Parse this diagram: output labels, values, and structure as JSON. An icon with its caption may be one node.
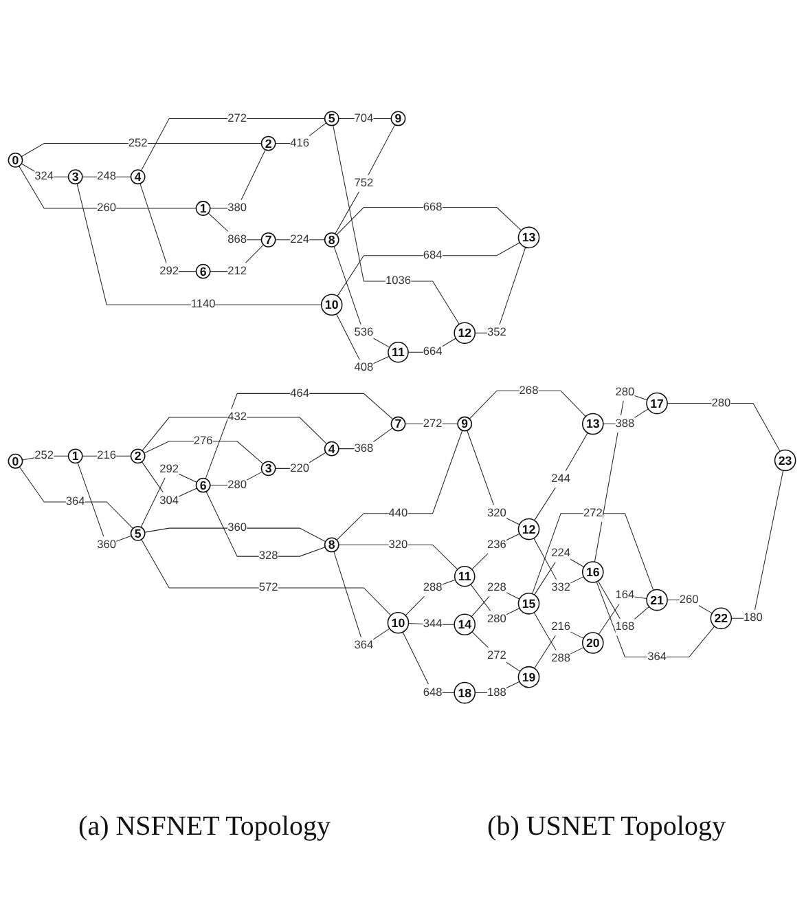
{
  "diagram": {
    "nodes": [
      {
        "text": [
          "0"
        ]
      },
      {
        "text": [
          "1"
        ]
      },
      {
        "text": [
          "2"
        ]
      },
      {
        "text": [
          "3"
        ]
      },
      {
        "text": [
          "4"
        ]
      },
      {
        "text": [
          "5"
        ]
      },
      {
        "text": [
          "6"
        ]
      },
      {
        "text": [
          "7"
        ]
      },
      {
        "text": [
          "8"
        ]
      },
      {
        "text": [
          "9"
        ]
      },
      {
        "text": [
          "10"
        ]
      },
      {
        "text": [
          "11"
        ]
      },
      {
        "text": [
          "12"
        ]
      },
      {
        "text": [
          "13"
        ]
      },
      {
        "text": [
          "0"
        ]
      },
      {
        "text": [
          "1"
        ]
      },
      {
        "text": [
          "2"
        ]
      },
      {
        "text": [
          "3"
        ]
      },
      {
        "text": [
          "4"
        ]
      },
      {
        "text": [
          "5"
        ]
      },
      {
        "text": [
          "6"
        ]
      },
      {
        "text": [
          "7"
        ]
      },
      {
        "text": [
          "8"
        ]
      },
      {
        "text": [
          "9"
        ]
      },
      {
        "text": [
          "10"
        ]
      },
      {
        "text": [
          "11"
        ]
      },
      {
        "text": [
          "12"
        ]
      },
      {
        "text": [
          "13"
        ]
      },
      {
        "text": [
          "14"
        ]
      },
      {
        "text": [
          "15"
        ]
      },
      {
        "text": [
          "16"
        ]
      },
      {
        "text": [
          "17"
        ]
      },
      {
        "text": [
          "18"
        ]
      },
      {
        "text": [
          "19"
        ]
      },
      {
        "text": [
          "20"
        ]
      },
      {
        "text": [
          "21"
        ]
      },
      {
        "text": [
          "22"
        ]
      },
      {
        "text": [
          "23"
        ]
      }
    ],
    "edges": [
      {
        "from": 0,
        "to": 1,
        "arrow": "none",
        "label": "260"
      },
      {
        "from": 0,
        "to": 3,
        "arrow": "none",
        "label": "324"
      },
      {
        "from": 0,
        "to": 2,
        "arrow": "none",
        "label": "252"
      },
      {
        "from": 1,
        "to": 2,
        "arrow": "none",
        "label": "380"
      },
      {
        "from": 1,
        "to": 7,
        "arrow": "none",
        "label": "868"
      },
      {
        "from": 3,
        "to": 10,
        "arrow": "none",
        "label": "1140"
      },
      {
        "from": 3,
        "to": 4,
        "arrow": "none",
        "label": "248"
      },
      {
        "from": 4,
        "to": 6,
        "arrow": "none",
        "label": "292"
      },
      {
        "from": 4,
        "to": 5,
        "arrow": "none",
        "label": "272"
      },
      {
        "from": 6,
        "to": 7,
        "arrow": "none",
        "label": "212"
      },
      {
        "from": 2,
        "to": 5,
        "arrow": "none",
        "label": "416"
      },
      {
        "from": 5,
        "to": 12,
        "arrow": "none",
        "label": "1036"
      },
      {
        "from": 5,
        "to": 9,
        "arrow": "none",
        "label": "704"
      },
      {
        "from": 7,
        "to": 8,
        "arrow": "none",
        "label": "224"
      },
      {
        "from": 8,
        "to": 11,
        "arrow": "none",
        "label": "536"
      },
      {
        "from": 8,
        "to": 13,
        "arrow": "none",
        "label": "668"
      },
      {
        "from": 8,
        "to": 9,
        "arrow": "none",
        "label": "752"
      },
      {
        "from": 10,
        "to": 11,
        "arrow": "none",
        "label": "408"
      },
      {
        "from": 10,
        "to": 13,
        "arrow": "none",
        "label": "684"
      },
      {
        "from": 11,
        "to": 12,
        "arrow": "none",
        "label": "664"
      },
      {
        "from": 12,
        "to": 13,
        "arrow": "none",
        "label": "352"
      },
      {
        "from": 14,
        "to": 15,
        "arrow": "none",
        "label": "252"
      },
      {
        "from": 14,
        "to": 19,
        "arrow": "none",
        "label": "364"
      },
      {
        "from": 15,
        "to": 19,
        "arrow": "none",
        "label": "360"
      },
      {
        "from": 15,
        "to": 16,
        "arrow": "none",
        "label": "216"
      },
      {
        "from": 19,
        "to": 24,
        "arrow": "none",
        "label": "572"
      },
      {
        "from": 19,
        "to": 20,
        "arrow": "none",
        "label": "292"
      },
      {
        "from": 19,
        "to": 22,
        "arrow": "none",
        "label": "360"
      },
      {
        "from": 16,
        "to": 20,
        "arrow": "none",
        "label": "304"
      },
      {
        "from": 16,
        "to": 17,
        "arrow": "none",
        "label": "276"
      },
      {
        "from": 16,
        "to": 18,
        "arrow": "none",
        "label": "432"
      },
      {
        "from": 20,
        "to": 17,
        "arrow": "none",
        "label": "280"
      },
      {
        "from": 20,
        "to": 22,
        "arrow": "none",
        "label": "328"
      },
      {
        "from": 20,
        "to": 21,
        "arrow": "none",
        "label": "464"
      },
      {
        "from": 17,
        "to": 18,
        "arrow": "none",
        "label": "220"
      },
      {
        "from": 18,
        "to": 21,
        "arrow": "none",
        "label": "368"
      },
      {
        "from": 21,
        "to": 23,
        "arrow": "none",
        "label": "272"
      },
      {
        "from": 22,
        "to": 24,
        "arrow": "none",
        "label": "364"
      },
      {
        "from": 22,
        "to": 25,
        "arrow": "none",
        "label": "320"
      },
      {
        "from": 22,
        "to": 23,
        "arrow": "none",
        "label": "440"
      },
      {
        "from": 23,
        "to": 26,
        "arrow": "none",
        "label": "320"
      },
      {
        "from": 23,
        "to": 27,
        "arrow": "none",
        "label": "268"
      },
      {
        "from": 24,
        "to": 32,
        "arrow": "none",
        "label": "648"
      },
      {
        "from": 24,
        "to": 28,
        "arrow": "none",
        "label": "344"
      },
      {
        "from": 24,
        "to": 25,
        "arrow": "none",
        "label": "288"
      },
      {
        "from": 28,
        "to": 33,
        "arrow": "none",
        "label": "272"
      },
      {
        "from": 28,
        "to": 29,
        "arrow": "none",
        "label": "228"
      },
      {
        "from": 32,
        "to": 33,
        "arrow": "none",
        "label": "188"
      },
      {
        "from": 33,
        "to": 34,
        "arrow": "none",
        "label": "216"
      },
      {
        "from": 25,
        "to": 29,
        "arrow": "none",
        "label": "280"
      },
      {
        "from": 25,
        "to": 26,
        "arrow": "none",
        "label": "236"
      },
      {
        "from": 29,
        "to": 34,
        "arrow": "none",
        "label": "288"
      },
      {
        "from": 29,
        "to": 35,
        "arrow": "none",
        "label": "272"
      },
      {
        "from": 29,
        "to": 30,
        "arrow": "none",
        "label": "224"
      },
      {
        "from": 34,
        "to": 35,
        "arrow": "none",
        "label": "164"
      },
      {
        "from": 35,
        "to": 36,
        "arrow": "none",
        "label": "260"
      },
      {
        "from": 30,
        "to": 35,
        "arrow": "none",
        "label": "168"
      },
      {
        "from": 26,
        "to": 30,
        "arrow": "none",
        "label": "332"
      },
      {
        "from": 26,
        "to": 27,
        "arrow": "none",
        "label": "244"
      },
      {
        "from": 30,
        "to": 36,
        "arrow": "none",
        "label": "364"
      },
      {
        "from": 30,
        "to": 31,
        "arrow": "none",
        "label": "280"
      },
      {
        "from": 27,
        "to": 31,
        "arrow": "none",
        "label": "388"
      },
      {
        "from": 31,
        "to": 37,
        "arrow": "none",
        "label": "280"
      },
      {
        "from": 36,
        "to": 37,
        "arrow": "none",
        "label": "180"
      }
    ],
    "labels": [
      "(a) NSFNET Topology",
      "(b) USNET Topology"
    ]
  }
}
